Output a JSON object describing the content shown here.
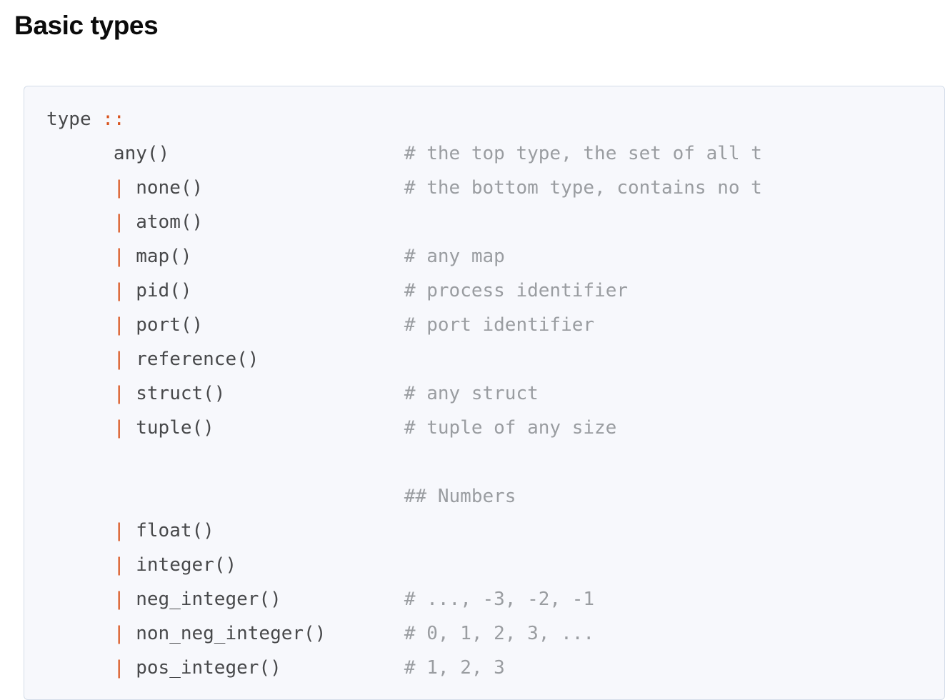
{
  "page": {
    "title": "Basic types",
    "background": "#ffffff"
  },
  "codeblock": {
    "background": "#f7f8fc",
    "border_color": "#d4dde9",
    "text_color": "#48494b",
    "operator_color": "#d9541e",
    "comment_color": "#9a9da1",
    "language": "elixir",
    "lines": [
      {
        "indent": "",
        "op": "",
        "name": "type ",
        "op2": "::",
        "comment": ""
      },
      {
        "indent": "      ",
        "op": "",
        "name": "any()",
        "op2": "",
        "comment": "# the top type, the set of all t"
      },
      {
        "indent": "      ",
        "op": "|",
        "name": "none()",
        "op2": "",
        "comment": "# the bottom type, contains no t"
      },
      {
        "indent": "      ",
        "op": "|",
        "name": "atom()",
        "op2": "",
        "comment": ""
      },
      {
        "indent": "      ",
        "op": "|",
        "name": "map()",
        "op2": "",
        "comment": "# any map"
      },
      {
        "indent": "      ",
        "op": "|",
        "name": "pid()",
        "op2": "",
        "comment": "# process identifier"
      },
      {
        "indent": "      ",
        "op": "|",
        "name": "port()",
        "op2": "",
        "comment": "# port identifier"
      },
      {
        "indent": "      ",
        "op": "|",
        "name": "reference()",
        "op2": "",
        "comment": ""
      },
      {
        "indent": "      ",
        "op": "|",
        "name": "struct()",
        "op2": "",
        "comment": "# any struct"
      },
      {
        "indent": "      ",
        "op": "|",
        "name": "tuple()",
        "op2": "",
        "comment": "# tuple of any size"
      },
      {
        "indent": "",
        "op": "",
        "name": "",
        "op2": "",
        "comment": ""
      },
      {
        "indent": "",
        "op": "",
        "name": "",
        "op2": "",
        "comment": "## Numbers"
      },
      {
        "indent": "      ",
        "op": "|",
        "name": "float()",
        "op2": "",
        "comment": ""
      },
      {
        "indent": "      ",
        "op": "|",
        "name": "integer()",
        "op2": "",
        "comment": ""
      },
      {
        "indent": "      ",
        "op": "|",
        "name": "neg_integer()",
        "op2": "",
        "comment": "# ..., -3, -2, -1"
      },
      {
        "indent": "      ",
        "op": "|",
        "name": "non_neg_integer()",
        "op2": "",
        "comment": "# 0, 1, 2, 3, ..."
      },
      {
        "indent": "      ",
        "op": "|",
        "name": "pos_integer()",
        "op2": "",
        "comment": "# 1, 2, 3"
      }
    ],
    "comment_column": 32
  }
}
